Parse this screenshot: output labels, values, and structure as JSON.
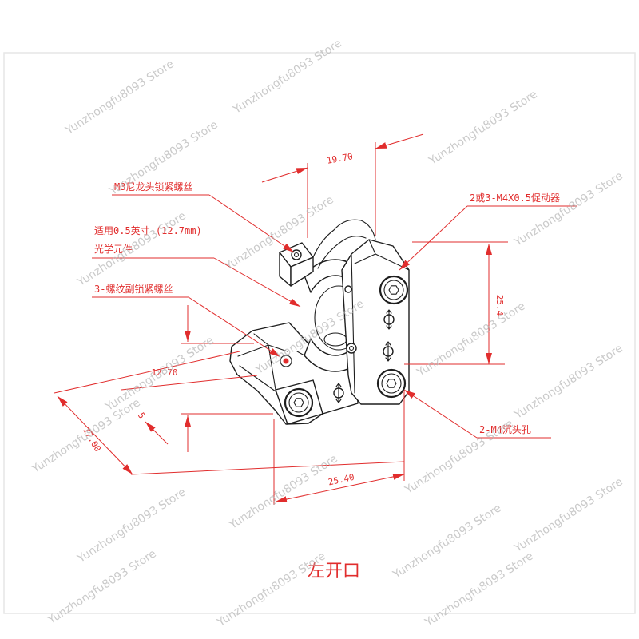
{
  "title": "左开口",
  "annotations": {
    "m3_lock_screw": "M3尼龙头锁紧螺丝",
    "optic_size": "适用0.5英寸 (12.7mm)",
    "optic_element": "光学元件",
    "thread_lock_screw": "3-螺纹副锁紧螺丝",
    "actuator": "2或3-M4X0.5促动器",
    "countersunk_holes": "2-M4沉头孔"
  },
  "dimensions": {
    "top": "19.70",
    "right_vertical": "25.4",
    "bottom": "25.40",
    "left_vertical": "12.70",
    "depth_offset": "5",
    "depth_total": "17.00"
  },
  "watermark": {
    "text": "Yunzhongfu8093 Store"
  },
  "colors": {
    "annotation": "#e12d2d",
    "outline": "#1e1e1e",
    "watermark": "#b4b4b4",
    "frame": "#e6e6e6"
  }
}
